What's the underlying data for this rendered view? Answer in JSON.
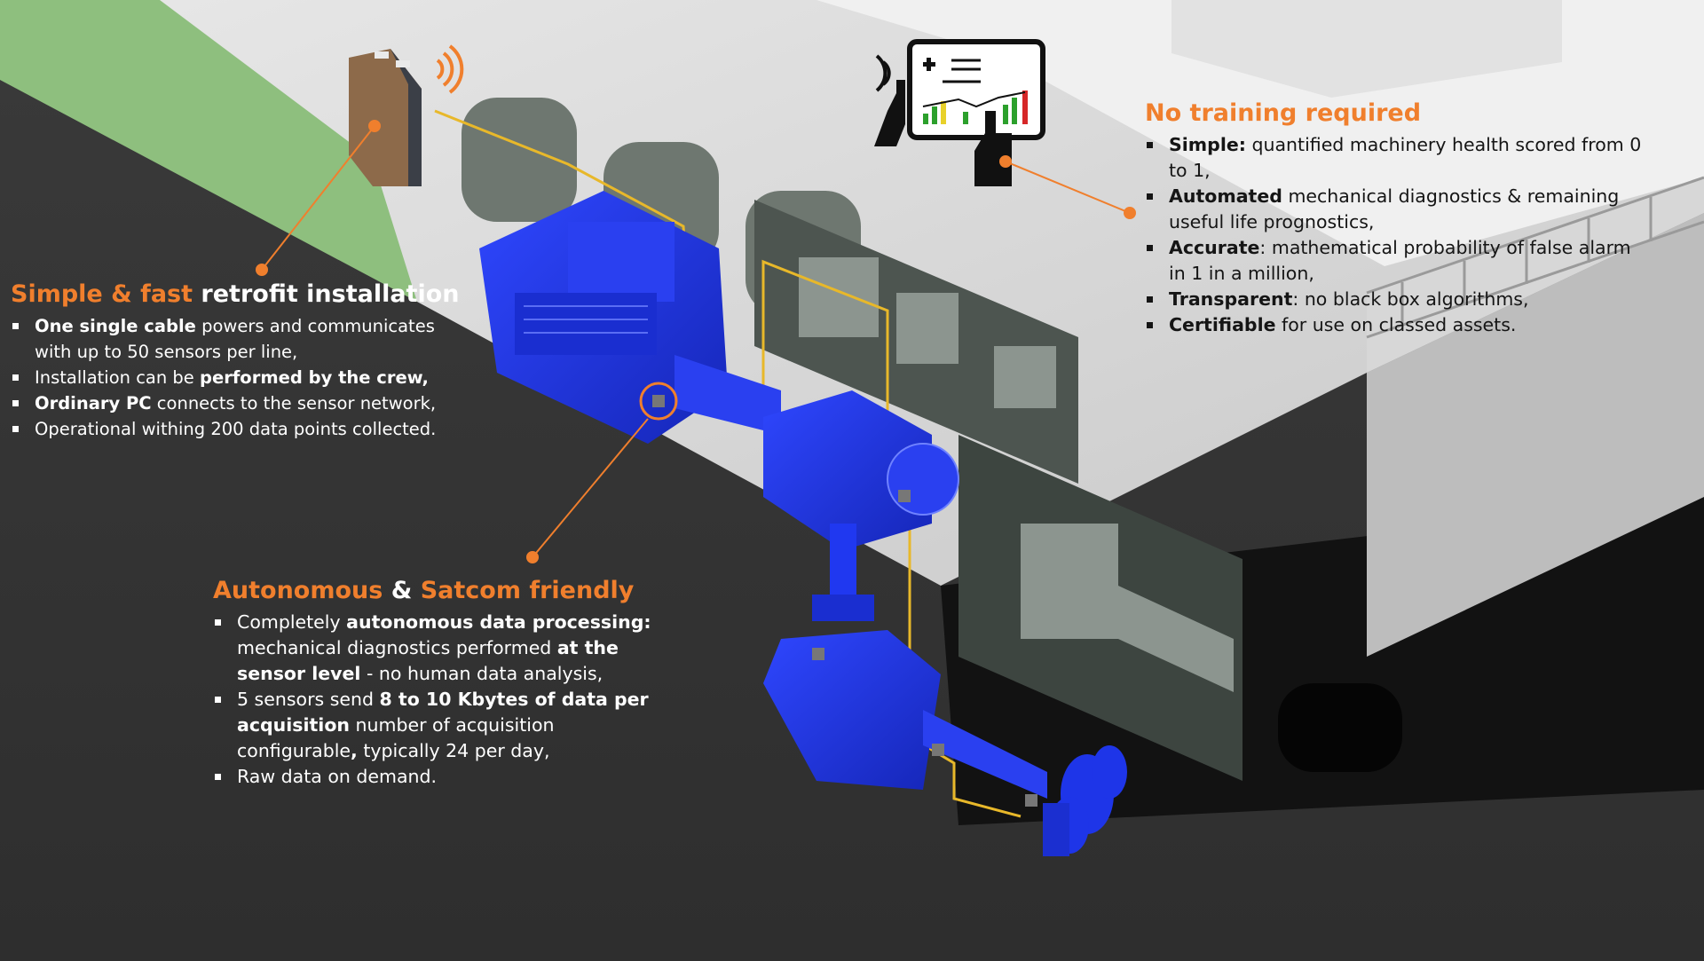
{
  "colors": {
    "accent": "#F07F2D",
    "equipment_blue": "#1E35E8",
    "cable_yellow": "#E8B82A",
    "hull_white": "#D9D9D9",
    "sea_dark": "#2B2B2B",
    "grass_green": "#8EBF7E"
  },
  "icons": [
    "gateway-device-icon",
    "wireless-signal-icon",
    "tablet-dashboard-icon",
    "sensor-icon"
  ],
  "simple_block": {
    "heading_accent": "Simple & fast",
    "heading_plain": " retrofit installation",
    "items": [
      {
        "bold": "One single cable",
        "rest": " powers and communicates with up to 50 sensors per line,"
      },
      {
        "pre": "Installation can be ",
        "bold": "performed by the crew,"
      },
      {
        "bold": "Ordinary PC",
        "rest": " connects to the sensor network,"
      },
      {
        "rest": "Operational withing 200 data points collected."
      }
    ]
  },
  "autonomous_block": {
    "heading_accent_1": "Autonomous",
    "heading_mid": " & ",
    "heading_accent_2": "Satcom friendly",
    "items": [
      {
        "pre": "Completely ",
        "bold": "autonomous data processing:",
        "rest": " mechanical diagnostics performed ",
        "bold2": "at the sensor level",
        "rest2": " - no human data analysis,"
      },
      {
        "pre": "5 sensors send ",
        "bold": "8  to 10 Kbytes of data per acquisition",
        "rest": " number of acquisition configurable",
        "bold2": ",",
        "rest2": " typically 24 per day,"
      },
      {
        "rest": "Raw data on demand."
      }
    ]
  },
  "training_block": {
    "heading": "No training required",
    "items": [
      {
        "bold": "Simple:",
        "rest": " quantified machinery health scored from 0 to 1,"
      },
      {
        "bold": "Automated",
        "rest": " mechanical diagnostics & remaining useful life prognostics,"
      },
      {
        "bold": "Accurate",
        "rest": ": mathematical probability of false alarm in 1 in a million,"
      },
      {
        "bold": "Transparent",
        "rest": ": no black box algorithms,"
      },
      {
        "bold": "Certifiable",
        "rest": " for use on classed assets."
      }
    ]
  }
}
